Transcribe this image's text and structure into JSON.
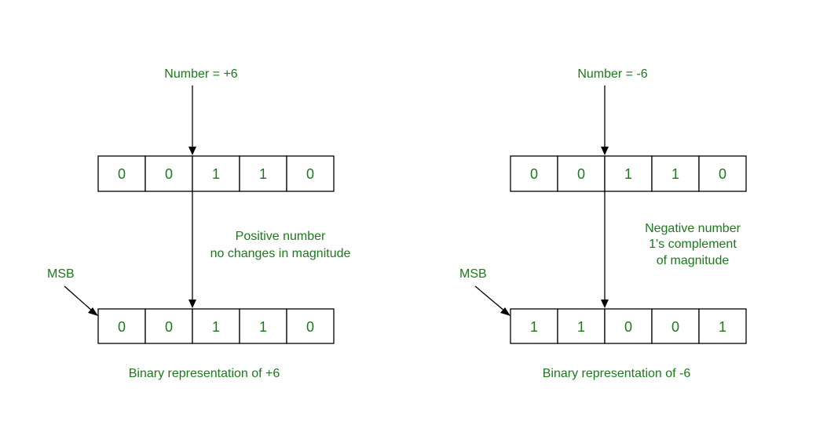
{
  "colors": {
    "label": "#1a7a1a",
    "cell_text": "#1a7a1a",
    "lines": "#000000",
    "background": "#ffffff"
  },
  "left": {
    "number_label": "Number = +6",
    "top_bits": [
      "0",
      "0",
      "1",
      "1",
      "0"
    ],
    "bottom_bits": [
      "0",
      "0",
      "1",
      "1",
      "0"
    ],
    "note_lines": [
      "Positive number",
      "no changes in magnitude"
    ],
    "msb_label": "MSB",
    "caption": "Binary representation of +6"
  },
  "right": {
    "number_label": "Number = -6",
    "top_bits": [
      "0",
      "0",
      "1",
      "1",
      "0"
    ],
    "bottom_bits": [
      "1",
      "1",
      "0",
      "0",
      "1"
    ],
    "note_lines": [
      "Negative number",
      "1's complement",
      "of magnitude"
    ],
    "msb_label": "MSB",
    "caption": "Binary representation of -6"
  }
}
